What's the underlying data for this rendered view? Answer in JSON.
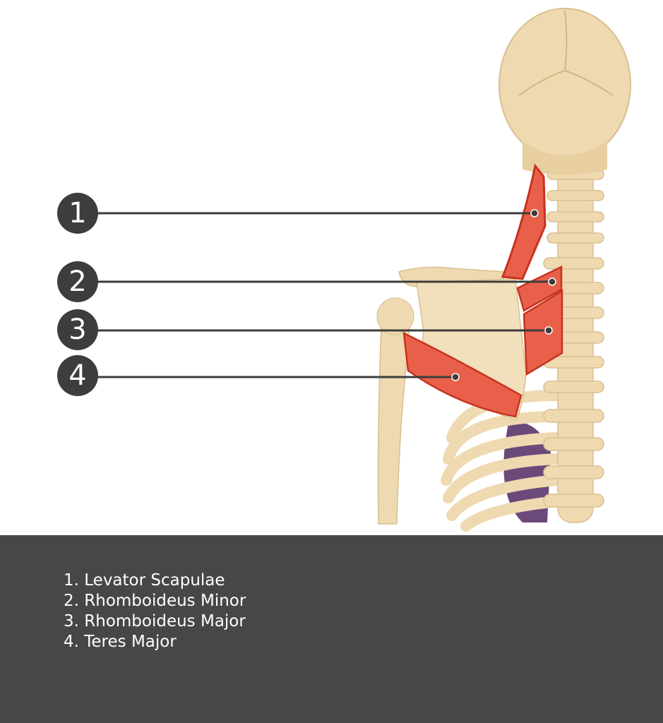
{
  "callouts": [
    {
      "number": "1",
      "label": "Levator Scapulae"
    },
    {
      "number": "2",
      "label": "Rhomboideus Minor"
    },
    {
      "number": "3",
      "label": "Rhomboideus Major"
    },
    {
      "number": "4",
      "label": "Teres Major"
    }
  ],
  "legend": [
    "1.  Levator Scapulae",
    "2. Rhomboideus Minor",
    "3. Rhomboideus Major",
    "4. Teres Major"
  ],
  "colors": {
    "bone": "#efd9b0",
    "muscle": "#e8604a",
    "muscle_outline": "#c8321f",
    "lung": "#6b4a7a",
    "callout": "#3d3d3d",
    "panel": "#474747"
  }
}
